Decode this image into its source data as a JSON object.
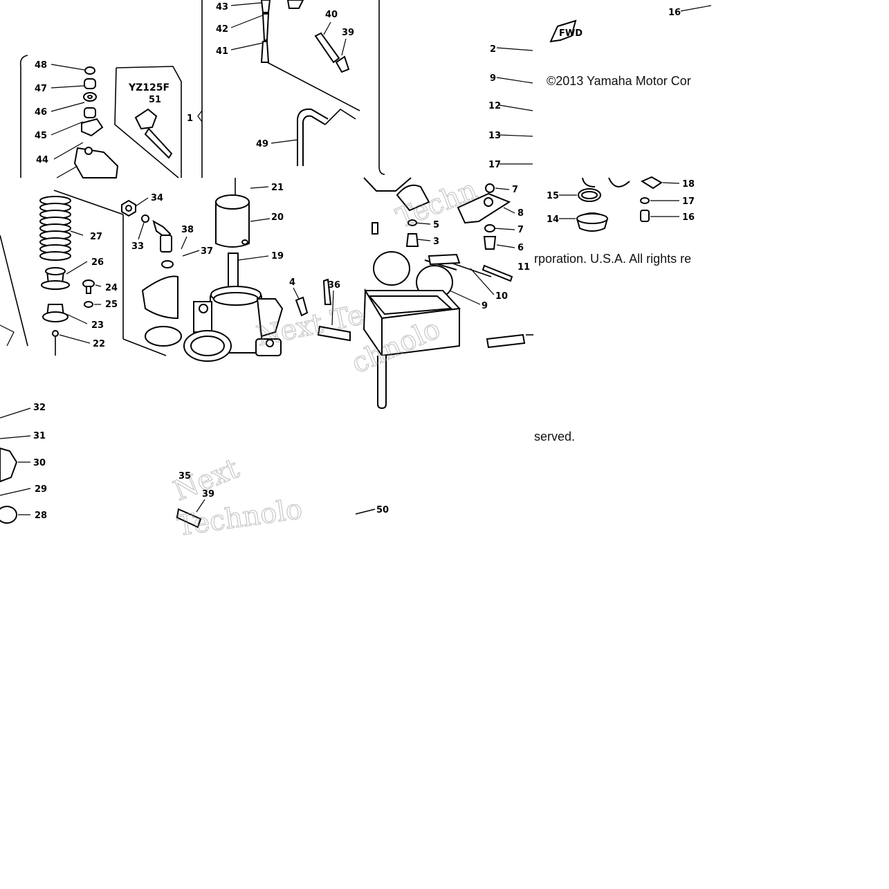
{
  "copyright_lines": [
    "©2013 Yamaha Motor Cor",
    "rporation. U.S.A. All rights re",
    "served."
  ],
  "model_label": "YZ125F",
  "fwd_label": "FWD",
  "watermark_texts": [
    "Next",
    "Technolo",
    "Next Te",
    "chnolo",
    "Techn"
  ],
  "part_numbers": {
    "p43": "43",
    "p42": "42",
    "p41": "41",
    "p40": "40",
    "p39": "39",
    "p16_top": "16",
    "p2": "2",
    "p9_top": "9",
    "p12": "12",
    "p13": "13",
    "p17_top": "17",
    "p48": "48",
    "p47": "47",
    "p46": "46",
    "p45": "45",
    "p44": "44",
    "p51": "51",
    "p1": "1",
    "p49": "49",
    "p34": "34",
    "p27": "27",
    "p26": "26",
    "p24": "24",
    "p25": "25",
    "p23": "23",
    "p22": "22",
    "p33": "33",
    "p38": "38",
    "p37": "37",
    "p21": "21",
    "p20": "20",
    "p19": "19",
    "p4": "4",
    "p36": "36",
    "p7a": "7",
    "p8": "8",
    "p5": "5",
    "p3": "3",
    "p7b": "7",
    "p6": "6",
    "p11": "11",
    "p10": "10",
    "p9": "9",
    "p15": "15",
    "p14": "14",
    "p18": "18",
    "p17": "17",
    "p16": "16",
    "p32": "32",
    "p31": "31",
    "p30": "30",
    "p29": "29",
    "p28": "28",
    "p35": "35",
    "p39b": "39",
    "p50": "50"
  }
}
